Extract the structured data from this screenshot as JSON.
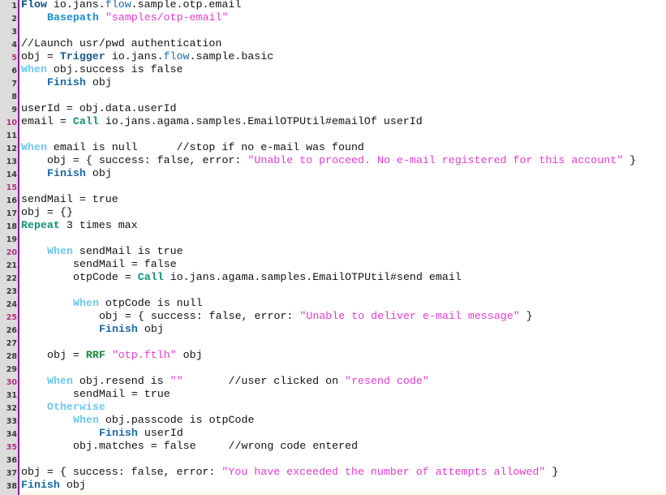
{
  "editor": {
    "language": "Agama DSL",
    "gutter_color": "#dcdcdc",
    "gutter_border_color": "#8b1a9a",
    "colors": {
      "keyword_flow": "#0a4f86",
      "keyword_basepath": "#1a8fd0",
      "keyword_trigger": "#1b5b86",
      "keyword_when_otherwise": "#6cc8ef",
      "keyword_finish": "#1a6aa8",
      "keyword_call_repeat": "#0e9475",
      "keyword_rrf": "#168a3e",
      "string": "#e33ad0",
      "plain": "#111111",
      "line_number": "#3a3a3a",
      "line_number_marked": "#b0307e"
    },
    "lines": [
      {
        "n": "1",
        "indent": 0,
        "tokens": [
          {
            "t": "Flow",
            "c": "kw-flow"
          },
          {
            "t": " io.jans."
          },
          {
            "t": "flow",
            "c": "kw-dot"
          },
          {
            "t": ".sample.otp.email"
          }
        ]
      },
      {
        "n": "2",
        "indent": 4,
        "tokens": [
          {
            "t": "Basepath",
            "c": "kw-base"
          },
          {
            "t": " "
          },
          {
            "t": "\"samples/otp-email\"",
            "c": "str"
          }
        ]
      },
      {
        "n": "3",
        "indent": 0,
        "tokens": []
      },
      {
        "n": "4",
        "indent": 0,
        "tokens": [
          {
            "t": "//Launch usr/pwd authentication"
          }
        ]
      },
      {
        "n": "5",
        "indent": 0,
        "tokens": [
          {
            "t": "obj = "
          },
          {
            "t": "Trigger",
            "c": "kw-trigger"
          },
          {
            "t": " io.jans."
          },
          {
            "t": "flow",
            "c": "kw-dot"
          },
          {
            "t": ".sample.basic"
          }
        ]
      },
      {
        "n": "6",
        "indent": 0,
        "tokens": [
          {
            "t": "When",
            "c": "kw-when"
          },
          {
            "t": " obj.success is false"
          }
        ]
      },
      {
        "n": "7",
        "indent": 4,
        "tokens": [
          {
            "t": "Finish",
            "c": "kw-finish"
          },
          {
            "t": " obj"
          }
        ]
      },
      {
        "n": "8",
        "indent": 0,
        "tokens": []
      },
      {
        "n": "9",
        "indent": 0,
        "tokens": [
          {
            "t": "userId = obj.data.userId"
          }
        ]
      },
      {
        "n": "10",
        "indent": 0,
        "tokens": [
          {
            "t": "email = "
          },
          {
            "t": "Call",
            "c": "kw-call"
          },
          {
            "t": " io.jans.agama.samples.EmailOTPUtil#emailOf userId"
          }
        ]
      },
      {
        "n": "11",
        "indent": 0,
        "tokens": []
      },
      {
        "n": "12",
        "indent": 0,
        "tokens": [
          {
            "t": "When",
            "c": "kw-when"
          },
          {
            "t": " email is null      //stop if no e-mail was found"
          }
        ]
      },
      {
        "n": "13",
        "indent": 4,
        "tokens": [
          {
            "t": "obj = { success: false, error: "
          },
          {
            "t": "\"Unable to proceed. No e-mail registered for this account\"",
            "c": "str"
          },
          {
            "t": " }"
          }
        ]
      },
      {
        "n": "14",
        "indent": 4,
        "tokens": [
          {
            "t": "Finish",
            "c": "kw-finish"
          },
          {
            "t": " obj"
          }
        ]
      },
      {
        "n": "15",
        "indent": 0,
        "tokens": []
      },
      {
        "n": "16",
        "indent": 0,
        "tokens": [
          {
            "t": "sendMail = true"
          }
        ]
      },
      {
        "n": "17",
        "indent": 0,
        "tokens": [
          {
            "t": "obj = {}"
          }
        ]
      },
      {
        "n": "18",
        "indent": 0,
        "tokens": [
          {
            "t": "Repeat",
            "c": "kw-call"
          },
          {
            "t": " 3 times max"
          }
        ]
      },
      {
        "n": "19",
        "indent": 0,
        "tokens": []
      },
      {
        "n": "20",
        "indent": 4,
        "tokens": [
          {
            "t": "When",
            "c": "kw-when"
          },
          {
            "t": " sendMail is true"
          }
        ]
      },
      {
        "n": "21",
        "indent": 8,
        "tokens": [
          {
            "t": "sendMail = false"
          }
        ]
      },
      {
        "n": "22",
        "indent": 8,
        "tokens": [
          {
            "t": "otpCode = "
          },
          {
            "t": "Call",
            "c": "kw-call"
          },
          {
            "t": " io.jans.agama.samples.EmailOTPUtil#send email"
          }
        ]
      },
      {
        "n": "23",
        "indent": 0,
        "tokens": []
      },
      {
        "n": "24",
        "indent": 8,
        "tokens": [
          {
            "t": "When",
            "c": "kw-when"
          },
          {
            "t": " otpCode is null"
          }
        ]
      },
      {
        "n": "25",
        "indent": 12,
        "tokens": [
          {
            "t": "obj = { success: false, error: "
          },
          {
            "t": "\"Unable to deliver e-mail message\"",
            "c": "str"
          },
          {
            "t": " }"
          }
        ]
      },
      {
        "n": "26",
        "indent": 12,
        "tokens": [
          {
            "t": "Finish",
            "c": "kw-finish"
          },
          {
            "t": " obj"
          }
        ]
      },
      {
        "n": "27",
        "indent": 0,
        "tokens": []
      },
      {
        "n": "28",
        "indent": 4,
        "tokens": [
          {
            "t": "obj = "
          },
          {
            "t": "RRF",
            "c": "kw-rrf"
          },
          {
            "t": " "
          },
          {
            "t": "\"otp.ftlh\"",
            "c": "str"
          },
          {
            "t": " obj"
          }
        ]
      },
      {
        "n": "29",
        "indent": 0,
        "tokens": []
      },
      {
        "n": "30",
        "indent": 4,
        "tokens": [
          {
            "t": "When",
            "c": "kw-when"
          },
          {
            "t": " obj.resend is "
          },
          {
            "t": "\"\"",
            "c": "str"
          },
          {
            "t": "       //user clicked on "
          },
          {
            "t": "\"resend code\"",
            "c": "str"
          }
        ]
      },
      {
        "n": "31",
        "indent": 8,
        "tokens": [
          {
            "t": "sendMail = true"
          }
        ]
      },
      {
        "n": "32",
        "indent": 4,
        "tokens": [
          {
            "t": "Otherwise",
            "c": "kw-when"
          }
        ]
      },
      {
        "n": "33",
        "indent": 8,
        "tokens": [
          {
            "t": "When",
            "c": "kw-when"
          },
          {
            "t": " obj.passcode is otpCode"
          }
        ]
      },
      {
        "n": "34",
        "indent": 12,
        "tokens": [
          {
            "t": "Finish",
            "c": "kw-finish"
          },
          {
            "t": " userId"
          }
        ]
      },
      {
        "n": "35",
        "indent": 8,
        "tokens": [
          {
            "t": "obj.matches = false     //wrong code entered"
          }
        ]
      },
      {
        "n": "36",
        "indent": 0,
        "tokens": []
      },
      {
        "n": "37",
        "indent": 0,
        "tokens": [
          {
            "t": "obj = { success: false, error: "
          },
          {
            "t": "\"You have exceeded the number of attempts allowed\"",
            "c": "str"
          },
          {
            "t": " }"
          }
        ]
      },
      {
        "n": "38",
        "indent": 0,
        "tokens": [
          {
            "t": "Finish",
            "c": "kw-finish"
          },
          {
            "t": " obj"
          }
        ]
      }
    ],
    "marked_line_numbers": [
      "5",
      "10",
      "15",
      "20",
      "25",
      "30",
      "35"
    ]
  }
}
